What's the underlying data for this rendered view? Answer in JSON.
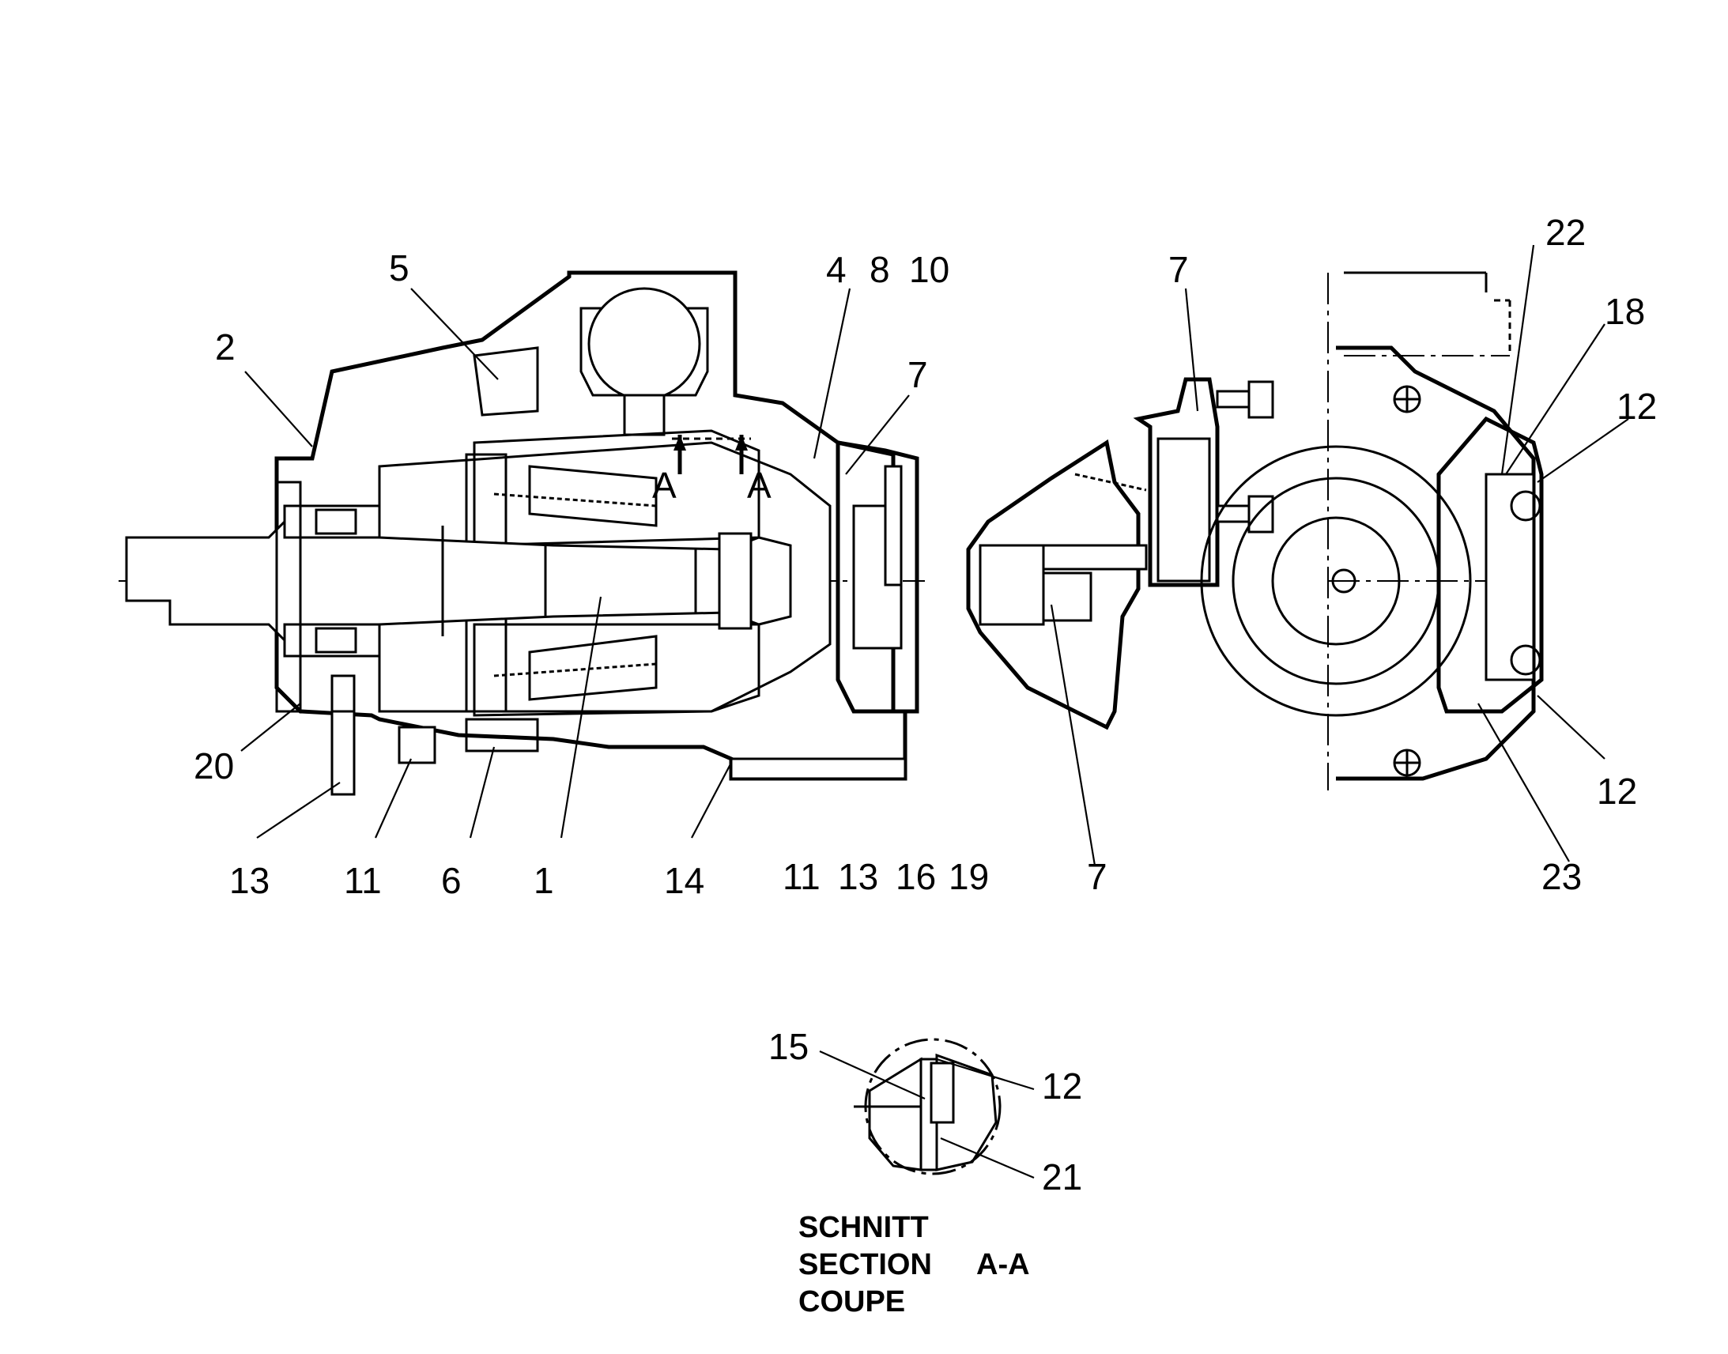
{
  "labels": {
    "l2": "2",
    "l5": "5",
    "l4": "4",
    "l8": "8",
    "l10": "10",
    "l7a": "7",
    "l7b": "7",
    "l7c": "7",
    "l22": "22",
    "l18": "18",
    "l12a": "12",
    "l12b": "12",
    "l12c": "12",
    "l20": "20",
    "l13a": "13",
    "l11a": "11",
    "l6": "6",
    "l1": "1",
    "l14": "14",
    "l11b": "11",
    "l13b": "13",
    "l16": "16",
    "l19": "19",
    "l23": "23",
    "l15": "15",
    "l21": "21",
    "secA1": "A",
    "secA2": "A"
  },
  "section_title": {
    "line1": "SCHNITT",
    "line2": "SECTION",
    "line2b": "A-A",
    "line3": "COUPE"
  }
}
